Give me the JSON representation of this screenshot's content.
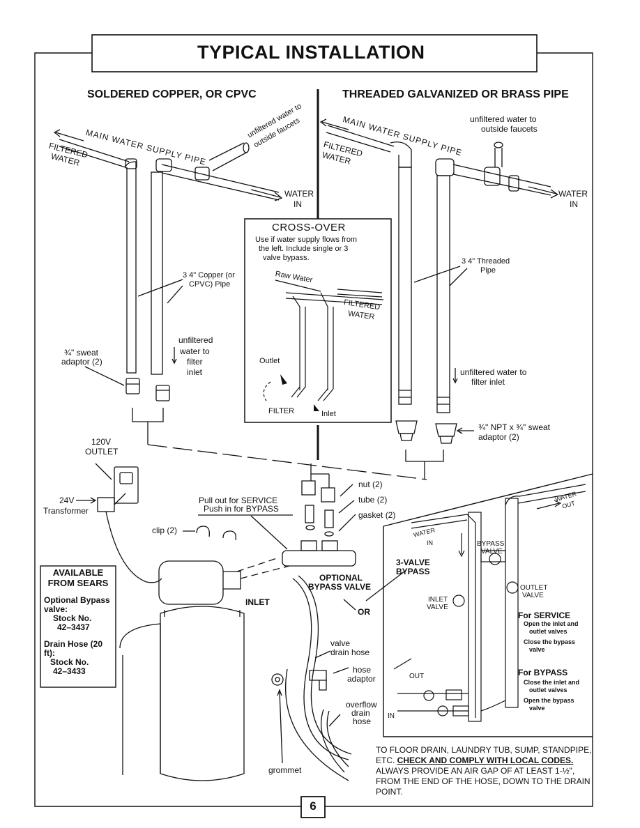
{
  "title": "TYPICAL INSTALLATION",
  "page_number": "6",
  "left_section": {
    "heading": "SOLDERED COPPER, OR CPVC",
    "main_supply": "MAIN WATER SUPPLY PIPE",
    "filtered_1": "FILTERED",
    "filtered_2": "WATER",
    "unfiltered_faucets_1": "unfiltered water to",
    "unfiltered_faucets_2": "outside faucets",
    "water_in_1": "WATER",
    "water_in_2": "IN",
    "pipe_label_1": "3 4\" Copper (or",
    "pipe_label_2": "CPVC) Pipe",
    "unfiltered_inlet_1": "unfiltered",
    "unfiltered_inlet_2": "water to",
    "unfiltered_inlet_3": "filter",
    "unfiltered_inlet_4": "inlet",
    "adaptor_1": "¾\" sweat",
    "adaptor_2": "adaptor (2)"
  },
  "right_section": {
    "heading": "THREADED GALVANIZED OR BRASS PIPE",
    "main_supply": "MAIN WATER SUPPLY PIPE",
    "filtered_1": "FILTERED",
    "filtered_2": "WATER",
    "unfiltered_faucets_1": "unfiltered water to",
    "unfiltered_faucets_2": "outside faucets",
    "water_in_1": "WATER",
    "water_in_2": "IN",
    "pipe_label_1": "3 4\" Threaded",
    "pipe_label_2": "Pipe",
    "unfiltered_inlet_1": "unfiltered water to",
    "unfiltered_inlet_2": "filter inlet",
    "adaptor_1": "¾\" NPT x ¾\" sweat",
    "adaptor_2": "adaptor (2)"
  },
  "crossover": {
    "title": "CROSS-OVER",
    "desc_1": "Use if water supply flows from",
    "desc_2": "the left. Include single or 3",
    "desc_3": "valve bypass.",
    "raw_water": "Raw Water",
    "filtered_1": "FILTERED",
    "filtered_2": "WATER",
    "outlet": "Outlet",
    "filter": "FILTER",
    "inlet": "Inlet"
  },
  "bottom": {
    "outlet_1": "120V",
    "outlet_2": "OUTLET",
    "transformer_1": "24V",
    "transformer_2": "Transformer",
    "pull_out": "Pull out for SERVICE",
    "push_in": "Push in for BYPASS",
    "nut": "nut (2)",
    "tube": "tube (2)",
    "gasket": "gasket (2)",
    "clip": "clip (2)",
    "optional_1": "OPTIONAL",
    "optional_2": "BYPASS VALVE",
    "or": "OR",
    "inlet": "INLET",
    "valve_drain_1": "valve",
    "valve_drain_2": "drain hose",
    "hose_adaptor_1": "hose",
    "hose_adaptor_2": "adaptor",
    "overflow_1": "overflow",
    "overflow_2": "drain",
    "overflow_3": "hose",
    "grommet": "grommet",
    "floor_drain_1": "TO FLOOR DRAIN, LAUNDRY TUB, SUMP, STANDPIPE,",
    "floor_drain_2a": "ETC. ",
    "floor_drain_2b": "CHECK AND COMPLY WITH LOCAL CODES.",
    "floor_drain_3": "ALWAYS PROVIDE AN AIR GAP OF AT LEAST 1-½\",",
    "floor_drain_4": "FROM THE END OF THE HOSE, DOWN TO THE DRAIN",
    "floor_drain_5": "POINT."
  },
  "available": {
    "title_1": "AVAILABLE",
    "title_2": "FROM SEARS",
    "bypass_1": "Optional Bypass",
    "bypass_2": "valve:",
    "bypass_3": "Stock No.",
    "bypass_4": "42–3437",
    "hose_1": "Drain Hose (20 ft):",
    "hose_2": "Stock  No.",
    "hose_3": "42–3433"
  },
  "three_valve": {
    "label_1": "3-VALVE",
    "label_2": "BYPASS",
    "water_in_1": "WATER",
    "water_in_2": "IN",
    "water_out_1": "WATER",
    "water_out_2": "OUT",
    "bypass_valve_1": "BYPASS",
    "bypass_valve_2": "VALVE",
    "outlet_valve_1": "OUTLET",
    "outlet_valve_2": "VALVE",
    "inlet_valve_1": "INLET",
    "inlet_valve_2": "VALVE",
    "out": "OUT",
    "in": "IN",
    "service_title": "For SERVICE",
    "service_1": "Open the inlet and",
    "service_2": "outlet valves",
    "service_3": "Close the bypass",
    "service_4": "valve",
    "bypass_title": "For BYPASS",
    "bypass_1": "Close the inlet and",
    "bypass_2": "outlet valves",
    "bypass_3": "Open the bypass",
    "bypass_4": "valve"
  }
}
